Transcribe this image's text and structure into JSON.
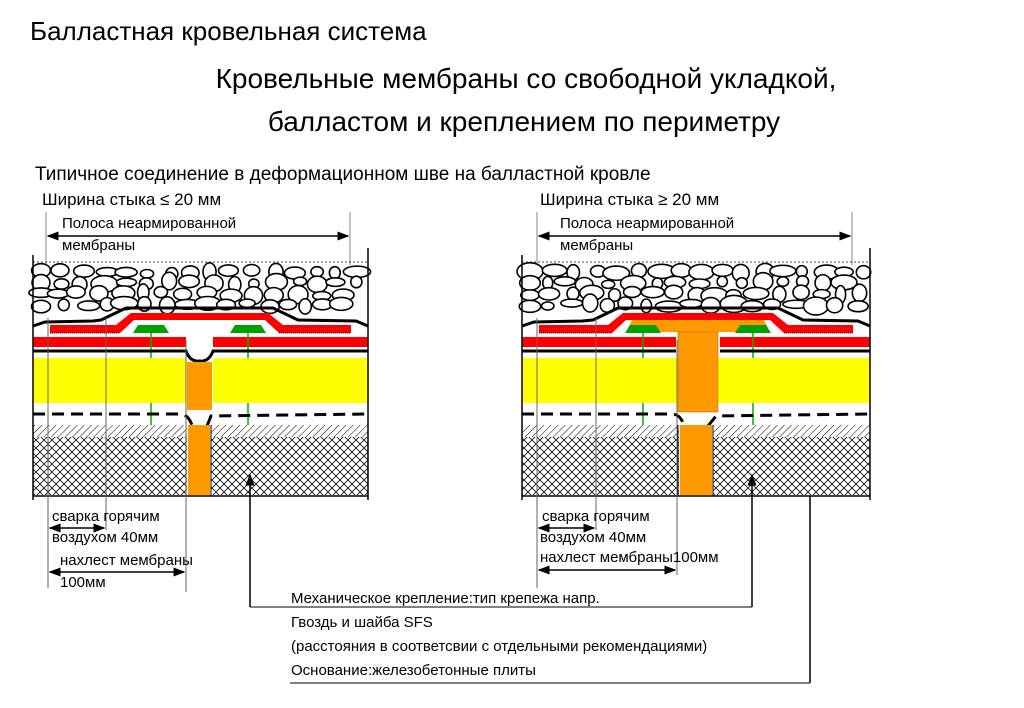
{
  "title": "Балластная кровельная система",
  "subtitle_line1": "Кровельные мембраны со свободной укладкой,",
  "subtitle_line2": "балластом и креплением по периметру",
  "caption": "Типичное соединение в деформационном шве на балластной кровле",
  "left_detail": {
    "heading": "Ширина стыка ≤ 20 мм",
    "strip_label_1": "Полоса неармированной",
    "strip_label_2": "мембраны",
    "weld_label_1": "сварка горячим",
    "weld_label_2": "воздухом 40мм",
    "overlap_label_1": "нахлест мембраны",
    "overlap_label_2": "100мм"
  },
  "right_detail": {
    "heading": "Ширина стыка ≥ 20 мм",
    "strip_label_1": "Полоса неармированной",
    "strip_label_2": "мембраны",
    "weld_label_1": "сварка горячим",
    "weld_label_2": "воздухом 40мм",
    "overlap_label": "нахлест мембраны100мм"
  },
  "notes": {
    "fastening_1": "Механическое крепление:тип крепежа напр.",
    "fastening_2": "Гвоздь и шайба SFS",
    "fastening_3": "(расстояния в соответсвии с отдельными рекомендациями)",
    "base": "Основание:железобетонные плиты"
  },
  "colors": {
    "membrane": "#ff0000",
    "insulation": "#ffff00",
    "joint_filler": "#ff9900",
    "fastener_plate": "#00a000",
    "fastener": "#00b000"
  }
}
